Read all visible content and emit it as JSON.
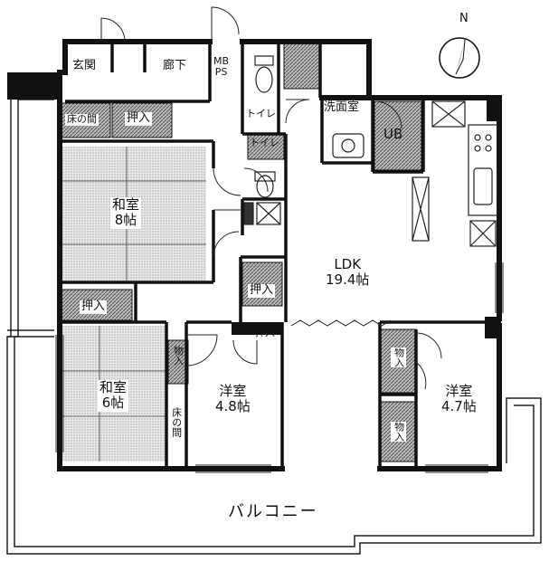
{
  "compass": {
    "north": "N"
  },
  "rooms": {
    "entrance": "玄関",
    "corridor": "廊下",
    "mb_ps": "MB\nPS",
    "toilet": "トイレ",
    "washroom": "洗面室",
    "unit_bath": "UB",
    "toko1": "床の間",
    "oshiire1": "押入",
    "washitsu8": "和室\n8帖",
    "oshiire2": "押入",
    "washitsu6": "和室\n6帖",
    "monoire1": "物入",
    "toko2": "床の間",
    "yoshitsu48": "洋室\n4.8帖",
    "oshiire3": "押入",
    "oshiire4": "押入",
    "ldk": "LDK\n19.4帖",
    "monoire2": "物入",
    "monoire3": "物入",
    "yoshitsu47": "洋室\n4.7帖",
    "balcony": "バルコニー"
  },
  "colors": {
    "wall": "#111111",
    "hatch": "#777777",
    "line": "#222222"
  }
}
